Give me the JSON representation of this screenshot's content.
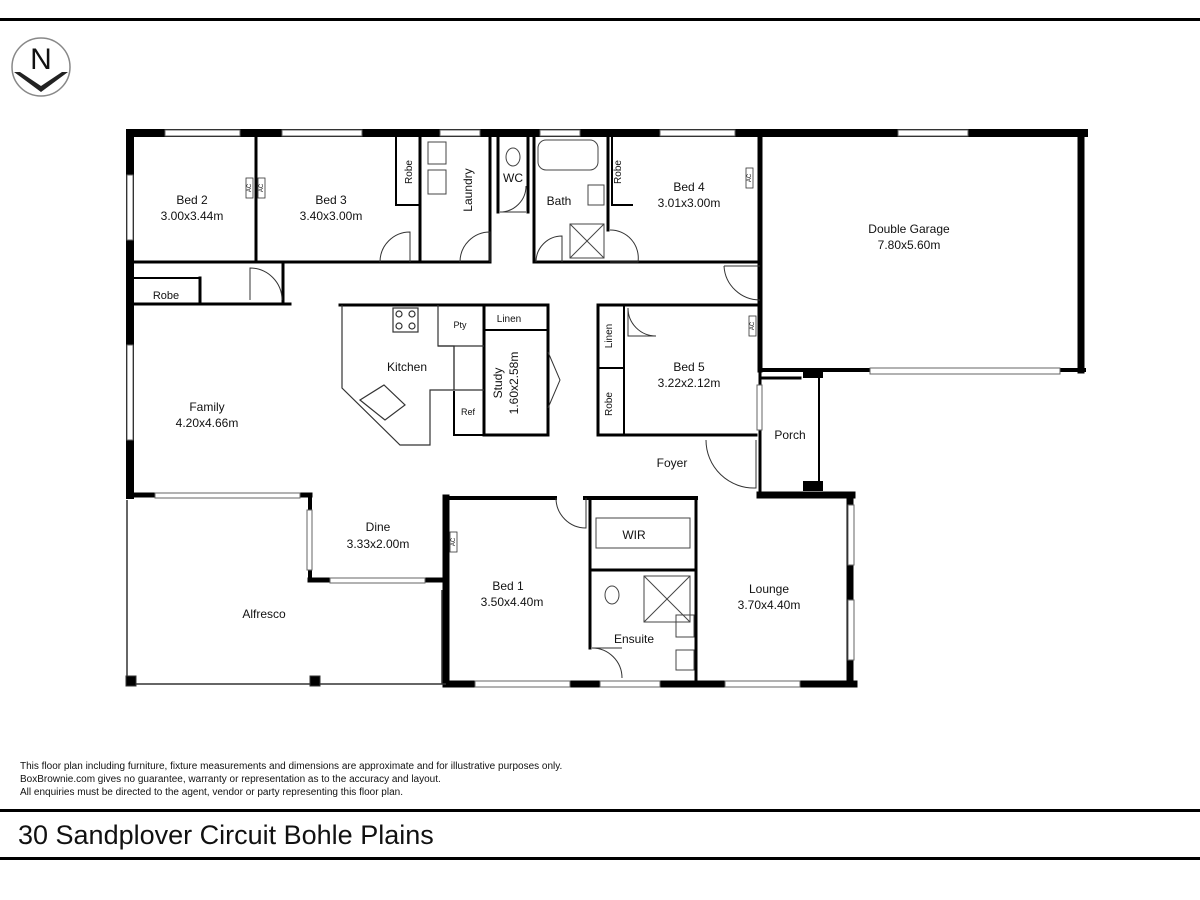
{
  "compass": {
    "letter": "N"
  },
  "rooms": {
    "bed2": {
      "name": "Bed 2",
      "size": "3.00x3.44m"
    },
    "bed3": {
      "name": "Bed 3",
      "size": "3.40x3.00m"
    },
    "laundry": {
      "name": "Laundry"
    },
    "wc": {
      "name": "WC"
    },
    "bath": {
      "name": "Bath"
    },
    "bed4": {
      "name": "Bed 4",
      "size": "3.01x3.00m"
    },
    "garage": {
      "name": "Double Garage",
      "size": "7.80x5.60m"
    },
    "robe_bed2": {
      "name": "Robe"
    },
    "robe_bed3": {
      "name": "Robe"
    },
    "robe_bed4": {
      "name": "Robe"
    },
    "robe_bed5": {
      "name": "Robe"
    },
    "kitchen": {
      "name": "Kitchen"
    },
    "pantry": {
      "name": "Pty"
    },
    "fridge": {
      "name": "Ref"
    },
    "linen_study": {
      "name": "Linen"
    },
    "linen_bed5": {
      "name": "Linen"
    },
    "study": {
      "name": "Study",
      "size": "1.60x2.58m"
    },
    "bed5": {
      "name": "Bed 5",
      "size": "3.22x2.12m"
    },
    "family": {
      "name": "Family",
      "size": "4.20x4.66m"
    },
    "porch": {
      "name": "Porch"
    },
    "foyer": {
      "name": "Foyer"
    },
    "dine": {
      "name": "Dine",
      "size": "3.33x2.00m"
    },
    "wir": {
      "name": "WIR"
    },
    "bed1": {
      "name": "Bed 1",
      "size": "3.50x4.40m"
    },
    "lounge": {
      "name": "Lounge",
      "size": "3.70x4.40m"
    },
    "ensuite": {
      "name": "Ensuite"
    },
    "alfresco": {
      "name": "Alfresco"
    }
  },
  "ac_label": "AC",
  "disclaimer": {
    "line1": "This floor plan including furniture, fixture measurements and dimensions are approximate and for illustrative purposes only.",
    "line2": "BoxBrownie.com gives no guarantee, warranty or representation as to the accuracy and layout.",
    "line3": "All enquiries must be directed to the agent, vendor or party representing this floor plan."
  },
  "address": "30 Sandplover Circuit Bohle Plains"
}
